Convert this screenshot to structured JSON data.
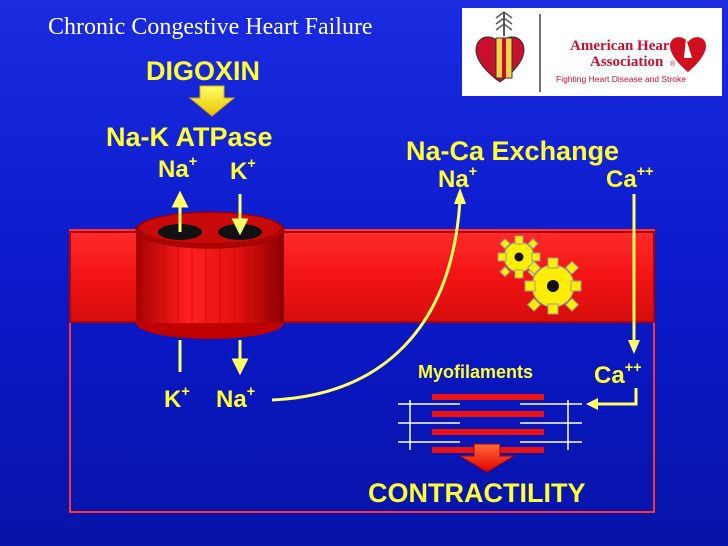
{
  "slide": {
    "title": "Chronic Congestive Heart Failure"
  },
  "logo": {
    "org_line1": "American Heart",
    "org_line2": "Association",
    "registered": "®",
    "tagline": "Fighting Heart Disease and Stroke"
  },
  "labels": {
    "digoxin": "DIGOXIN",
    "na_k_atpase": "Na-K ATPase",
    "na_ca_exchange": "Na-Ca Exchange",
    "myofilaments": "Myofilaments",
    "contractility": "CONTRACTILITY"
  },
  "ions": {
    "na_out_pump": {
      "base": "Na",
      "charge": "+"
    },
    "k_out_pump": {
      "base": "K",
      "charge": "+"
    },
    "k_in_pump": {
      "base": "K",
      "charge": "+"
    },
    "na_in_pump": {
      "base": "Na",
      "charge": "+"
    },
    "na_exchange_out": {
      "base": "Na",
      "charge": "+"
    },
    "ca_exchange_out": {
      "base": "Ca",
      "charge": "++"
    },
    "ca_inside": {
      "base": "Ca",
      "charge": "++"
    }
  },
  "colors": {
    "background": "#0a18c8",
    "membrane": "#ee1111",
    "text_yellow": "#ffff33",
    "arrow_yellow": "#ffff66",
    "cell_border": "#ff3333"
  }
}
